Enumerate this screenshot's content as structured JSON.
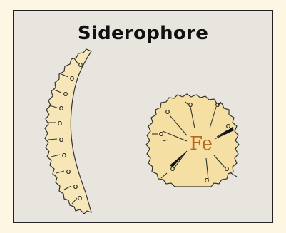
{
  "title": "Siderophore",
  "ligand_atom": "o",
  "metal": "Fe",
  "colors": {
    "page_background": "#fdf6e3",
    "panel_background": "#e8e5df",
    "panel_border": "#222222",
    "molecule_fill": "#f5dfa2",
    "molecule_fill_light": "#f7e6b8",
    "molecule_outline": "#333333",
    "iron_text": "#b4661a"
  }
}
